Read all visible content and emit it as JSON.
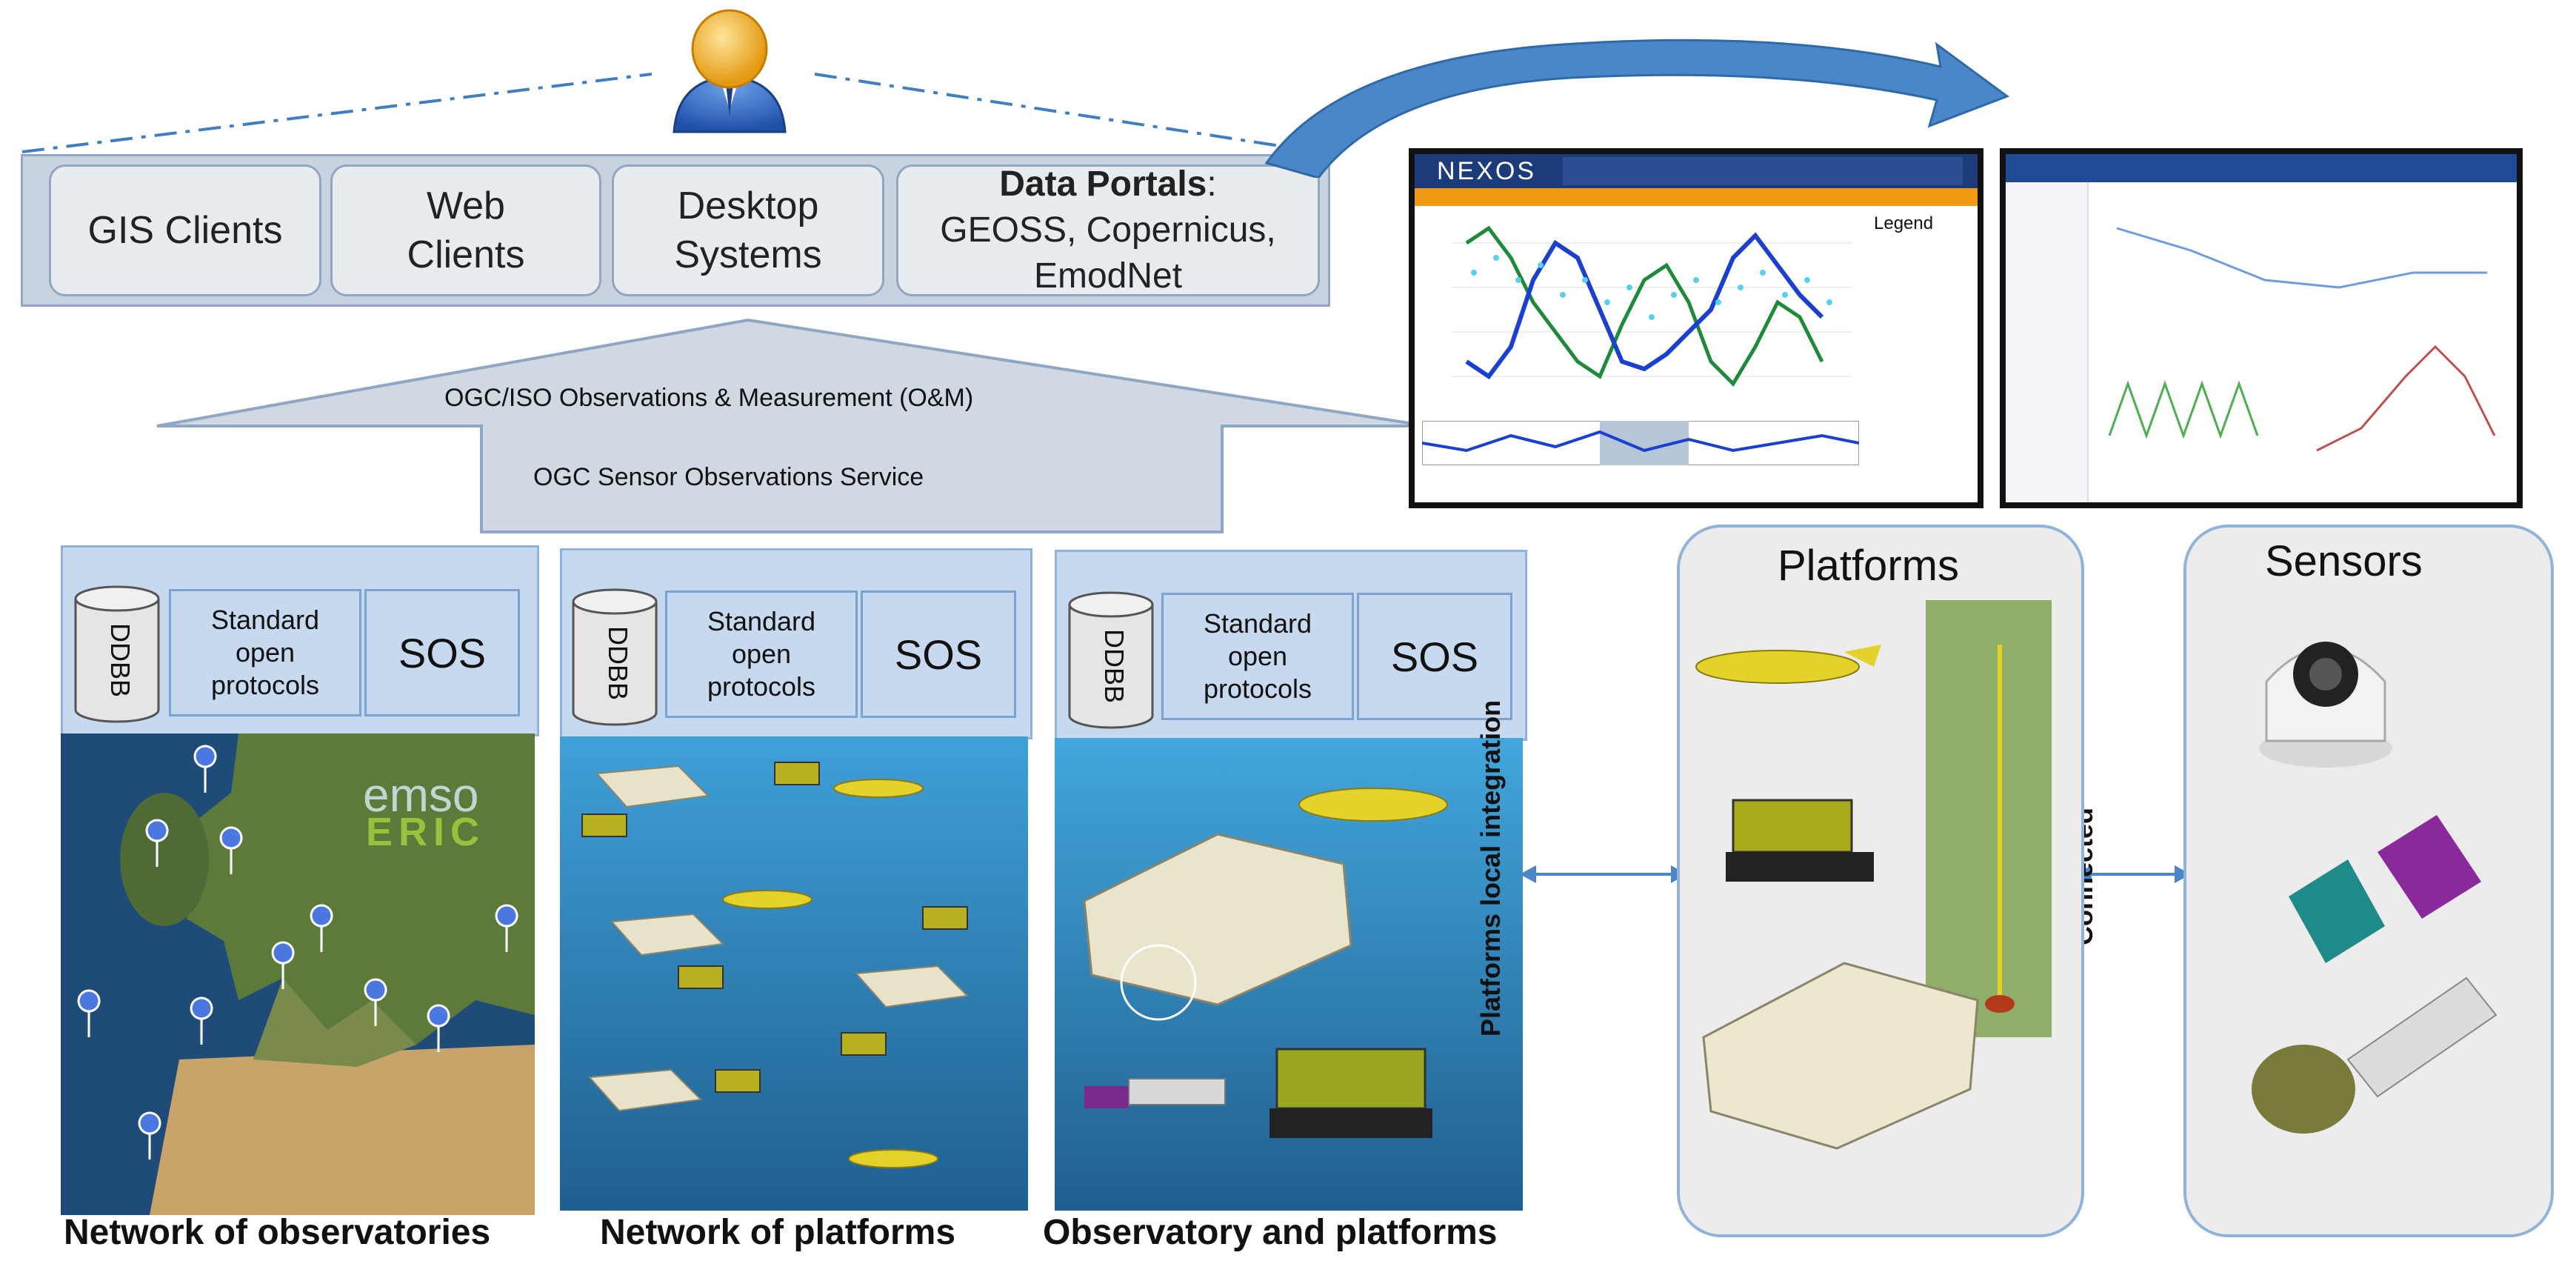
{
  "clients": {
    "gis": "GIS Clients",
    "web_line1": "Web",
    "web_line2": "Clients",
    "desktop_line1": "Desktop",
    "desktop_line2": "Systems",
    "portals_title": "Data Portals",
    "portals_colon": ":",
    "portals_line2": "GEOSS, Copernicus,",
    "portals_line3": "EmodNet"
  },
  "standards": {
    "om": "OGC/ISO Observations & Measurement (O&M)",
    "sos_service": "OGC Sensor Observations Service"
  },
  "columns": [
    {
      "ddbb": "DDBB",
      "protocols_1": "Standard",
      "protocols_2": "open",
      "protocols_3": "protocols",
      "sos": "SOS",
      "caption": "Network of observatories"
    },
    {
      "ddbb": "DDBB",
      "protocols_1": "Standard",
      "protocols_2": "open",
      "protocols_3": "protocols",
      "sos": "SOS",
      "caption": "Network of platforms"
    },
    {
      "ddbb": "DDBB",
      "protocols_1": "Standard",
      "protocols_2": "open",
      "protocols_3": "protocols",
      "sos": "SOS",
      "caption": "Observatory and platforms"
    }
  ],
  "emso_logo": {
    "line1": "emso",
    "line2": "ERIC"
  },
  "integration_label": "Platforms local integration",
  "connected_label": "Connected",
  "platforms_title": "Platforms",
  "sensors_title": "Sensors",
  "nexos": {
    "brand": "NEXOS",
    "legend": "Legend"
  },
  "colors": {
    "panel_blue": "#c7d9ee",
    "border_blue": "#8fb3db",
    "arrow_blue": "#3f7fc1",
    "client_grey": "#e9ecef",
    "sea_blue": "#2f7fb6"
  }
}
